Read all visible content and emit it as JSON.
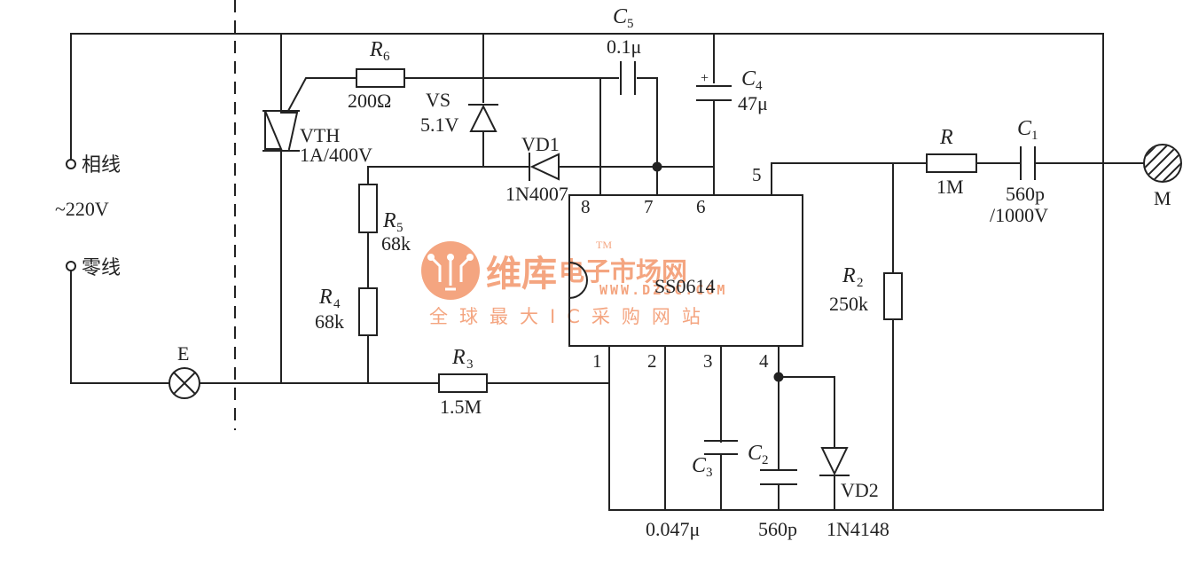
{
  "mains": {
    "live": "相线",
    "voltage": "~220V",
    "neutral": "零线"
  },
  "lamp": {
    "label": "E"
  },
  "triac": {
    "name": "VTH",
    "rating": "1A/400V"
  },
  "r6": {
    "letter": "R",
    "sub": "6",
    "value": "200Ω"
  },
  "vs": {
    "name": "VS",
    "value": "5.1V"
  },
  "c5": {
    "letter": "C",
    "sub": "5",
    "value": "0.1μ"
  },
  "c4": {
    "letter": "C",
    "sub": "4",
    "value": "47μ",
    "polarity": "+"
  },
  "vd1": {
    "name": "VD1",
    "part": "1N4007"
  },
  "r5": {
    "letter": "R",
    "sub": "5",
    "value": "68k"
  },
  "r4": {
    "letter": "R",
    "sub": "4",
    "value": "68k"
  },
  "r3": {
    "letter": "R",
    "sub": "3",
    "value": "1.5M"
  },
  "ic": {
    "name": "SS0614",
    "pins_top": [
      "8",
      "7",
      "6",
      "5"
    ],
    "pins_bottom": [
      "1",
      "2",
      "3",
      "4"
    ]
  },
  "r": {
    "letter": "R",
    "value": "1M"
  },
  "c1": {
    "letter": "C",
    "sub": "1",
    "value": "560p",
    "rating": "/1000V"
  },
  "r2": {
    "letter": "R",
    "sub": "2",
    "value": "250k"
  },
  "m": {
    "label": "M"
  },
  "c3": {
    "letter": "C",
    "sub": "3",
    "value": "0.047μ"
  },
  "c2": {
    "letter": "C",
    "sub": "2",
    "value": "560p"
  },
  "vd2": {
    "name": "VD2",
    "part": "1N4148"
  },
  "watermark": {
    "brand": "维库",
    "site": "电子市场网",
    "tm": "TM",
    "url": "WWW.DZSC.COM",
    "slogan": "全球最大IC采购网站"
  }
}
